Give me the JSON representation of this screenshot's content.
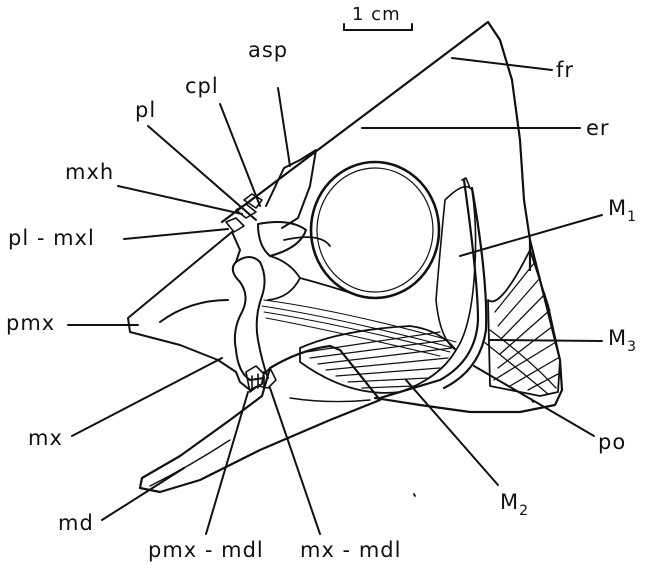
{
  "scale_bar": {
    "label": "1 cm"
  },
  "labels": {
    "asp": "asp",
    "cpl": "cpl",
    "pl": "pl",
    "mxh": "mxh",
    "pl_mxl": "pl - mxl",
    "pmx": "pmx",
    "mx": "mx",
    "md": "md",
    "pmx_mdl": "pmx - mdl",
    "mx_mdl": "mx - mdl",
    "fr": "fr",
    "er": "er",
    "M1_base": "M",
    "M1_sub": "1",
    "M3_base": "M",
    "M3_sub": "3",
    "po": "po",
    "M2_base": "M",
    "M2_sub": "2"
  },
  "colors": {
    "ink": "#111111",
    "paper": "#ffffff"
  }
}
